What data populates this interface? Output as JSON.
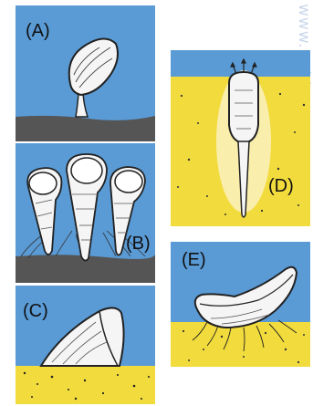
{
  "watermark": "www.unidoc",
  "panels": [
    {
      "id": "A",
      "label": "(A)"
    },
    {
      "id": "B",
      "label": "(B)"
    },
    {
      "id": "C",
      "label": "(C)"
    },
    {
      "id": "D",
      "label": "(D)"
    },
    {
      "id": "E",
      "label": "(E)"
    }
  ],
  "colors": {
    "water": "#5a9bd6",
    "sand": "#f2db3c",
    "sediment": "#555555",
    "shell": "#f5f5f5",
    "outline": "#222222"
  }
}
